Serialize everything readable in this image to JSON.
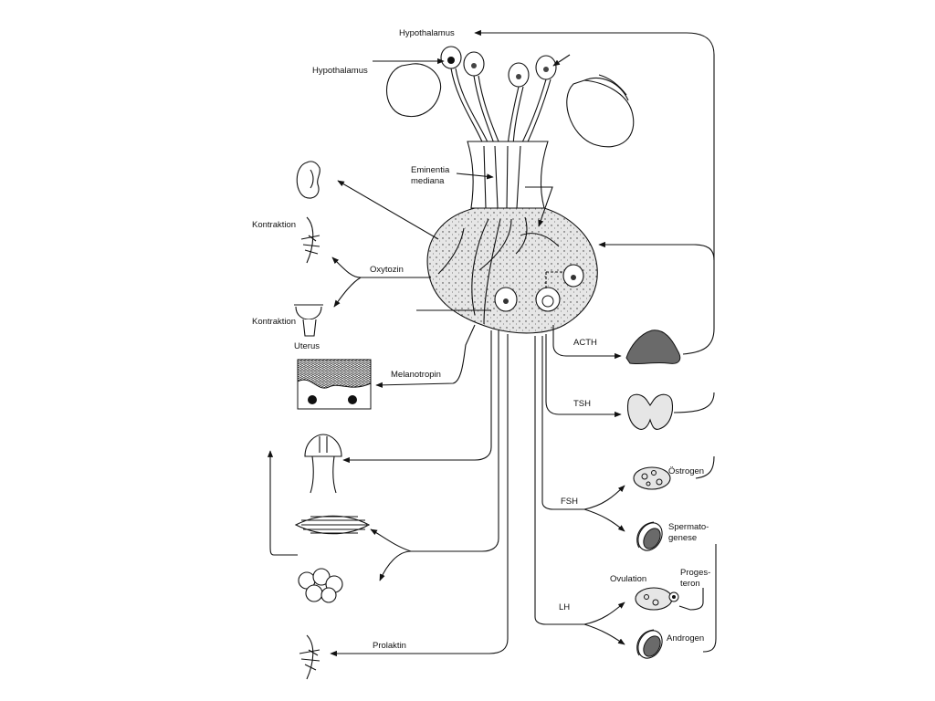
{
  "labels": {
    "hypothalamus_top": "Hypothalamus",
    "hypothalamus_left": "Hypothalamus",
    "eminentia_line1": "Eminentia",
    "eminentia_line2": "mediana",
    "kontraktion_1": "Kontraktion",
    "kontraktion_2": "Kontraktion",
    "oxytozin": "Oxytozin",
    "uterus": "Uterus",
    "melanotropin": "Melanotropin",
    "acth": "ACTH",
    "tsh": "TSH",
    "fsh": "FSH",
    "lh": "LH",
    "oestrogen": "Östrogen",
    "spermatogenese_line1": "Spermato-",
    "spermatogenese_line2": "genese",
    "ovulation": "Ovulation",
    "progesteron_line1": "Proges-",
    "progesteron_line2": "teron",
    "androgen": "Androgen",
    "prolaktin": "Prolaktin"
  },
  "colors": {
    "ink": "#111111",
    "gland_fill": "#e6e6e6",
    "organ_dark": "#6a6a6a",
    "background": "#ffffff"
  }
}
